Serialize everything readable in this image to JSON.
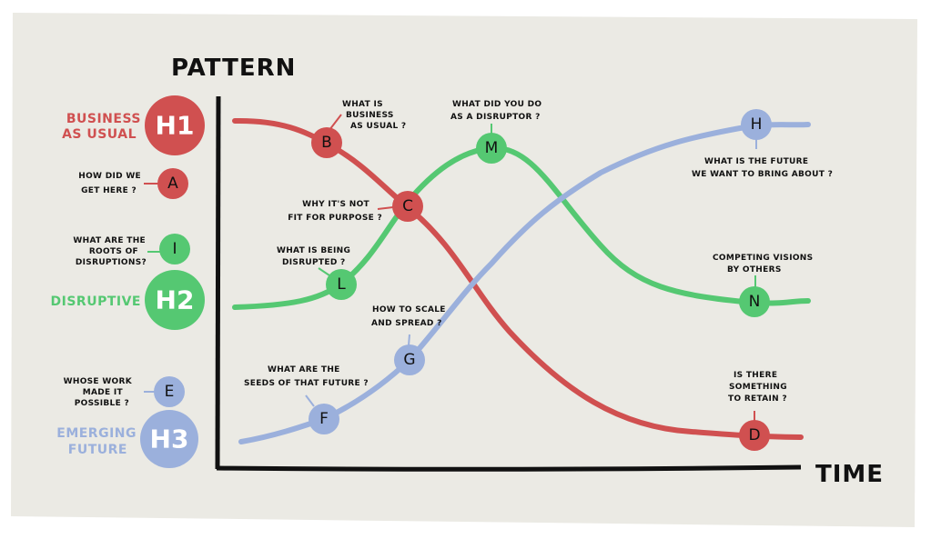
{
  "colors": {
    "h1": "#d05050",
    "h2": "#55c872",
    "h3": "#9bb0dc",
    "paper": "#ebeae4",
    "ink": "#111111"
  },
  "axes": {
    "y_label": "PATTERN",
    "x_label": "TIME"
  },
  "legend": {
    "h1": {
      "badge": "H1",
      "label_lines": [
        "BUSINESS",
        "AS USUAL"
      ]
    },
    "h2": {
      "badge": "H2",
      "label_lines": [
        "DISRUPTIVE"
      ]
    },
    "h3": {
      "badge": "H3",
      "label_lines": [
        "EMERGING",
        "FUTURE"
      ]
    }
  },
  "nodes": {
    "A": {
      "letter": "A",
      "question": [
        "HOW DID WE",
        "GET HERE ?"
      ]
    },
    "I": {
      "letter": "I",
      "question": [
        "WHAT ARE THE",
        "ROOTS OF",
        "DISRUPTIONS?"
      ]
    },
    "E": {
      "letter": "E",
      "question": [
        "WHOSE WORK",
        "MADE IT",
        "POSSIBLE ?"
      ]
    },
    "B": {
      "letter": "B",
      "question": [
        "WHAT IS",
        "BUSINESS",
        "AS USUAL ?"
      ]
    },
    "C": {
      "letter": "C",
      "question": [
        "WHY IT'S NOT",
        "FIT FOR PURPOSE ?"
      ]
    },
    "L": {
      "letter": "L",
      "question": [
        "WHAT IS BEING",
        "DISRUPTED ?"
      ]
    },
    "M": {
      "letter": "M",
      "question": [
        "WHAT DID YOU DO",
        "AS A DISRUPTOR ?"
      ]
    },
    "G": {
      "letter": "G",
      "question": [
        "HOW TO SCALE",
        "AND SPREAD ?"
      ]
    },
    "F": {
      "letter": "F",
      "question": [
        "WHAT ARE THE",
        "SEEDS OF THAT FUTURE ?"
      ]
    },
    "H": {
      "letter": "H",
      "question": [
        "WHAT IS THE FUTURE",
        "WE WANT TO BRING ABOUT ?"
      ]
    },
    "N": {
      "letter": "N",
      "question": [
        "COMPETING VISIONS",
        "BY OTHERS"
      ]
    },
    "D": {
      "letter": "D",
      "question": [
        "IS THERE",
        "SOMETHING",
        "TO RETAIN ?"
      ]
    }
  }
}
